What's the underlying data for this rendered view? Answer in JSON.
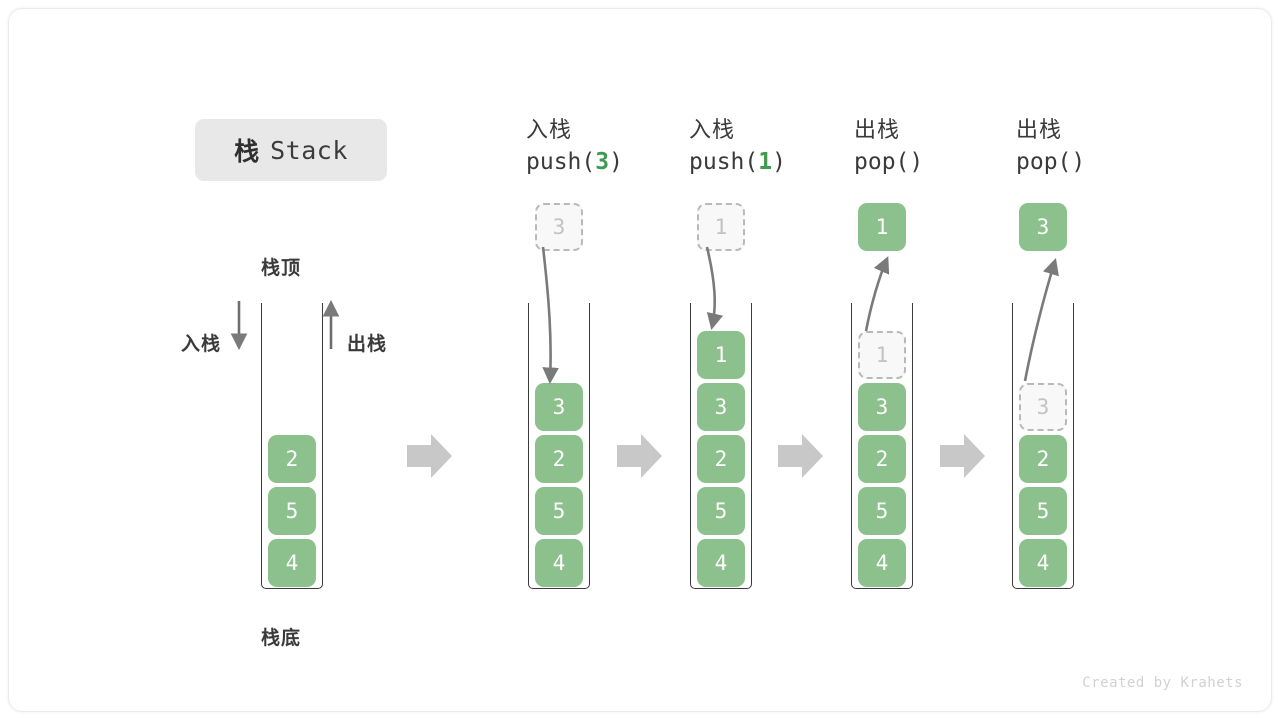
{
  "title": {
    "cjk": "栈",
    "en": "Stack"
  },
  "labels": {
    "top": "栈顶",
    "bottom": "栈底",
    "push_side": "入栈",
    "pop_side": "出栈"
  },
  "watermark": "Created by Krahets",
  "colors": {
    "green": "#8cc08c",
    "green_text": "#3e9b4f",
    "ghost_border": "#b9b9b9",
    "ghost_fill": "#f8f8f8",
    "ghost_text": "#c2c2c2",
    "arrow_gray": "#7a7a7a",
    "block_arrow": "#c8c8c8",
    "dark": "#3a3a3a",
    "chip_bg": "#e8e8e8"
  },
  "initial_stack": {
    "values": [
      "2",
      "5",
      "4"
    ]
  },
  "steps": [
    {
      "head_line1": "入栈",
      "head_op": "push",
      "head_arg": "3",
      "head_suffix": ")",
      "outside": {
        "value": "3",
        "style": "ghost"
      },
      "arrow_direction": "down",
      "stack": [
        {
          "value": "3",
          "style": "solid"
        },
        {
          "value": "2",
          "style": "solid"
        },
        {
          "value": "5",
          "style": "solid"
        },
        {
          "value": "4",
          "style": "solid"
        }
      ]
    },
    {
      "head_line1": "入栈",
      "head_op": "push",
      "head_arg": "1",
      "head_suffix": ")",
      "outside": {
        "value": "1",
        "style": "ghost"
      },
      "arrow_direction": "down",
      "stack": [
        {
          "value": "1",
          "style": "solid"
        },
        {
          "value": "3",
          "style": "solid"
        },
        {
          "value": "2",
          "style": "solid"
        },
        {
          "value": "5",
          "style": "solid"
        },
        {
          "value": "4",
          "style": "solid"
        }
      ]
    },
    {
      "head_line1": "出栈",
      "head_op": "pop",
      "head_arg": "",
      "head_suffix": ")",
      "outside": {
        "value": "1",
        "style": "solid"
      },
      "arrow_direction": "up",
      "stack": [
        {
          "value": "1",
          "style": "ghost"
        },
        {
          "value": "3",
          "style": "solid"
        },
        {
          "value": "2",
          "style": "solid"
        },
        {
          "value": "5",
          "style": "solid"
        },
        {
          "value": "4",
          "style": "solid"
        }
      ]
    },
    {
      "head_line1": "出栈",
      "head_op": "pop",
      "head_arg": "",
      "head_suffix": ")",
      "outside": {
        "value": "3",
        "style": "solid"
      },
      "arrow_direction": "up",
      "stack": [
        {
          "value": "3",
          "style": "ghost"
        },
        {
          "value": "2",
          "style": "solid"
        },
        {
          "value": "5",
          "style": "solid"
        },
        {
          "value": "4",
          "style": "solid"
        }
      ]
    }
  ]
}
